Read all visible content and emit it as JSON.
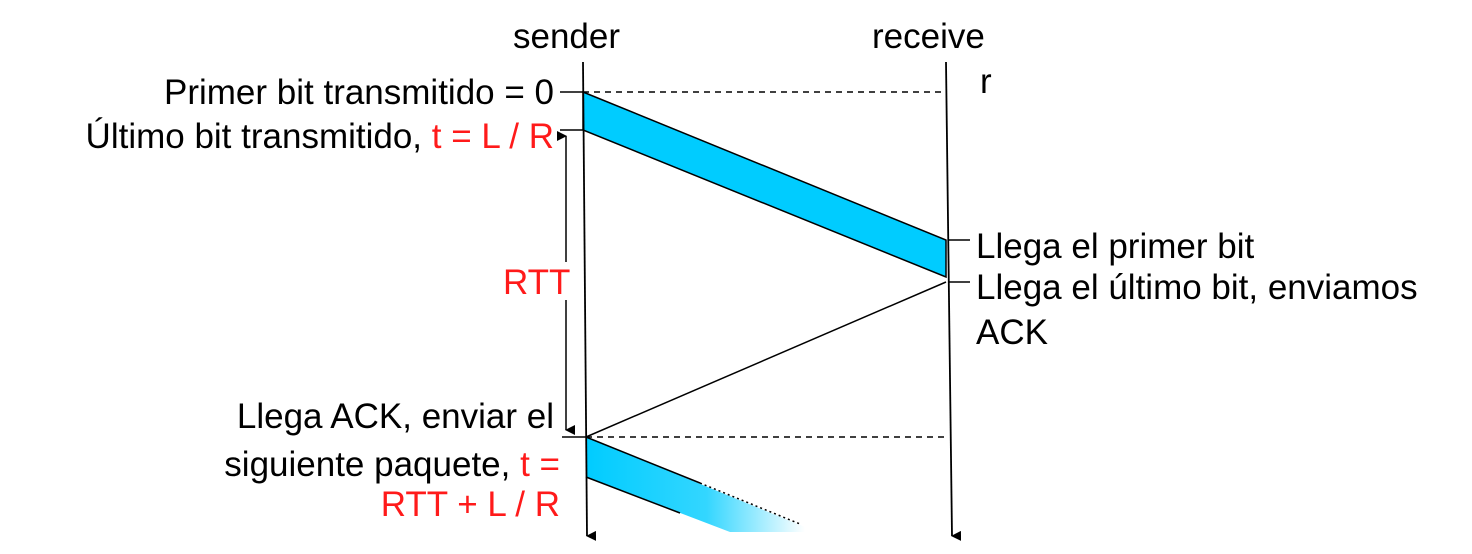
{
  "colors": {
    "packet_fill": "#00ccff",
    "accent_red": "#ff1a1a",
    "line": "#000000"
  },
  "headers": {
    "sender": "sender",
    "receiver_part1": "receive",
    "receiver_part2": "r"
  },
  "sender_labels": {
    "first_bit": "Primer bit transmitido = 0",
    "last_bit_prefix": "Último bit transmitido,",
    "last_bit_time": "t = L / R",
    "rtt": "RTT",
    "ack_line1": "Llega ACK, enviar el",
    "ack_line2_prefix": "siguiente paquete,",
    "ack_line2_time": "t =",
    "ack_line3_time": "RTT + L / R"
  },
  "receiver_labels": {
    "first_bit": "Llega el primer bit",
    "last_bit_line1": "Llega el último bit, enviamos",
    "last_bit_line2": "ACK"
  }
}
